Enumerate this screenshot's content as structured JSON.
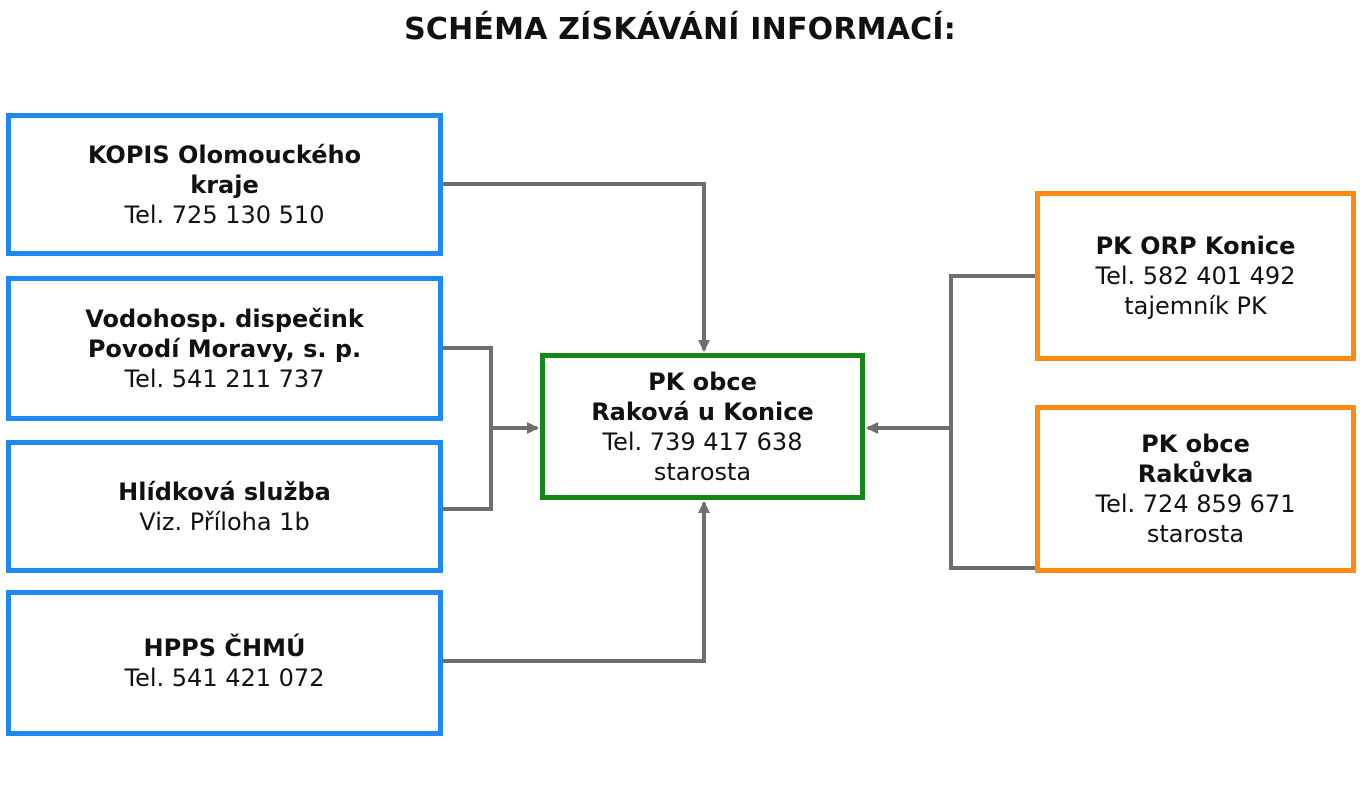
{
  "title": "SCHÉMA ZÍSKÁVÁNÍ INFORMACÍ:",
  "colors": {
    "source_border": "#1e88f5",
    "center_border": "#15861a",
    "neighbor_border": "#ff8a12",
    "connector": "#6e6e6e"
  },
  "nodes": {
    "kopis": {
      "line1": "KOPIS Olomouckého",
      "line2": "kraje",
      "line3": "Tel. 725 130 510"
    },
    "vodohosp": {
      "line1": "Vodohosp. dispečink",
      "line2": "Povodí Moravy, s. p.",
      "line3": "Tel. 541 211 737"
    },
    "hlidka": {
      "line1": "Hlídková služba",
      "line2": "Viz. Příloha 1b"
    },
    "hpps": {
      "line1": "HPPS ČHMÚ",
      "line2": "Tel. 541 421 072"
    },
    "rakova": {
      "line1": "PK obce",
      "line2": "Raková u Konice",
      "line3": "Tel. 739 417 638",
      "line4": "starosta"
    },
    "orp": {
      "line1": "PK ORP Konice",
      "line2": "Tel. 582 401 492",
      "line3": "tajemník PK"
    },
    "rakuvka": {
      "line1": "PK obce",
      "line2": "Rakůvka",
      "line3": "Tel. 724 859 671",
      "line4": "starosta"
    }
  }
}
